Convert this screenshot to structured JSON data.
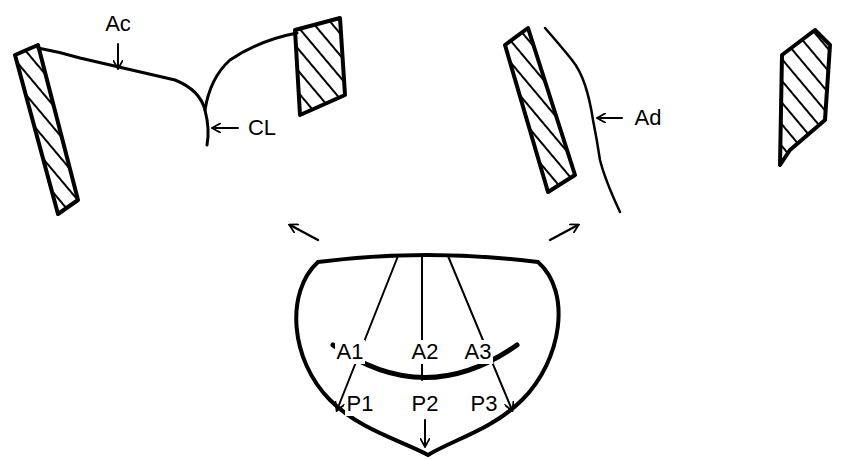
{
  "diagram": {
    "labels": [
      "Ac",
      "CL",
      "Ad",
      "A1",
      "A2",
      "A3",
      "P1",
      "P2",
      "P3"
    ]
  }
}
